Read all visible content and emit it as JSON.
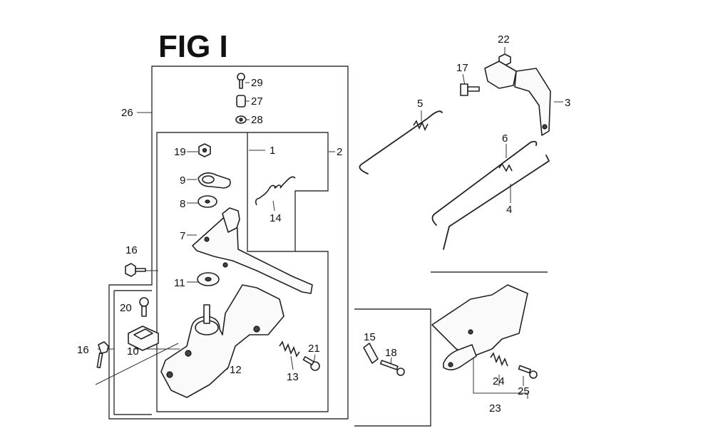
{
  "figure": {
    "title": "FIG I",
    "callouts": [
      {
        "id": "c29",
        "label": "29"
      },
      {
        "id": "c27",
        "label": "27"
      },
      {
        "id": "c28",
        "label": "28"
      },
      {
        "id": "c26",
        "label": "26"
      },
      {
        "id": "c1",
        "label": "1"
      },
      {
        "id": "c2",
        "label": "2"
      },
      {
        "id": "c19",
        "label": "19"
      },
      {
        "id": "c9",
        "label": "9"
      },
      {
        "id": "c8",
        "label": "8"
      },
      {
        "id": "c14",
        "label": "14"
      },
      {
        "id": "c7",
        "label": "7"
      },
      {
        "id": "c16a",
        "label": "16"
      },
      {
        "id": "c11",
        "label": "11"
      },
      {
        "id": "c20",
        "label": "20"
      },
      {
        "id": "c10",
        "label": "10"
      },
      {
        "id": "c16b",
        "label": "16"
      },
      {
        "id": "c12",
        "label": "12"
      },
      {
        "id": "c13",
        "label": "13"
      },
      {
        "id": "c21",
        "label": "21"
      },
      {
        "id": "c5",
        "label": "5"
      },
      {
        "id": "c22",
        "label": "22"
      },
      {
        "id": "c17",
        "label": "17"
      },
      {
        "id": "c3",
        "label": "3"
      },
      {
        "id": "c6",
        "label": "6"
      },
      {
        "id": "c4",
        "label": "4"
      },
      {
        "id": "c15",
        "label": "15"
      },
      {
        "id": "c18",
        "label": "18"
      },
      {
        "id": "c24",
        "label": "24"
      },
      {
        "id": "c25",
        "label": "25"
      },
      {
        "id": "c23",
        "label": "23"
      }
    ]
  }
}
